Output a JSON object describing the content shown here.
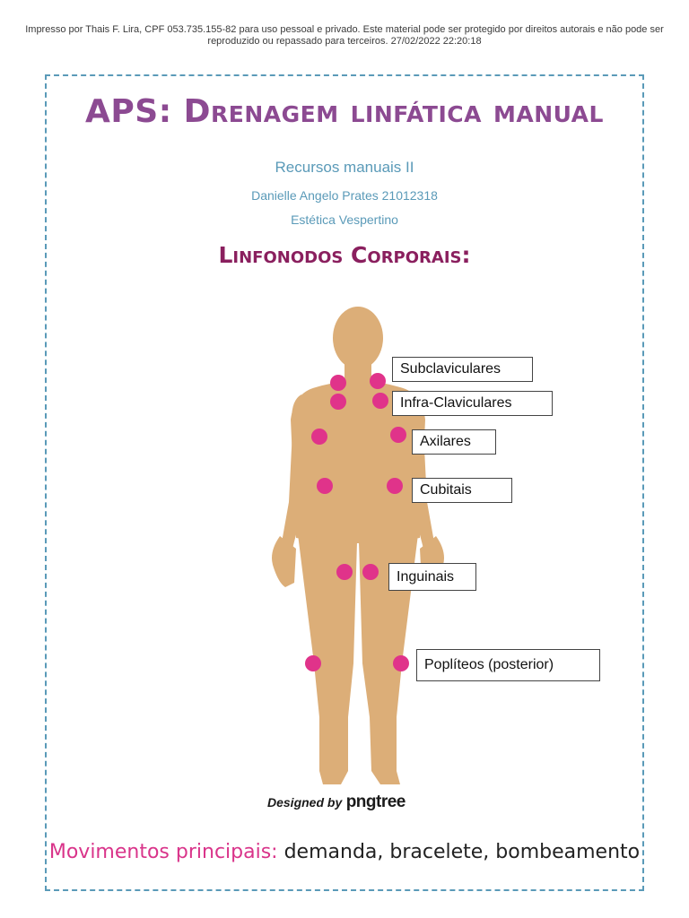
{
  "print_notice": "Impresso por Thais F. Lira, CPF 053.735.155-82 para uso pessoal e privado. Este material pode ser protegido por direitos autorais e não pode ser reproduzido ou repassado para terceiros. 27/02/2022 22:20:18",
  "title": "APS: Drenagem linfática manual",
  "subtitle": "Recursos manuais II",
  "author": "Danielle Angelo Prates 21012318",
  "course": "Estética Vespertino",
  "section_heading": "Linfonodos Corporais:",
  "labels": {
    "subclaviculares": "Subclaviculares",
    "infra_claviculares": "Infra-Claviculares",
    "axilares": "Axilares",
    "cubitais": "Cubitais",
    "inguinais": "Inguinais",
    "popliteos": "Poplíteos (posterior)"
  },
  "credit": {
    "designed_by": "Designed by",
    "brand": "pngtree"
  },
  "footer": {
    "lead": "Movimentos principais:",
    "rest": " demanda, bracelete, bombeamento"
  },
  "colors": {
    "frame": "#5a9ab8",
    "title": "#8c4a92",
    "heading": "#8a1f5e",
    "lymph_dot": "#e0338a",
    "skin": "#dcae78",
    "footer_lead": "#d9348a"
  }
}
